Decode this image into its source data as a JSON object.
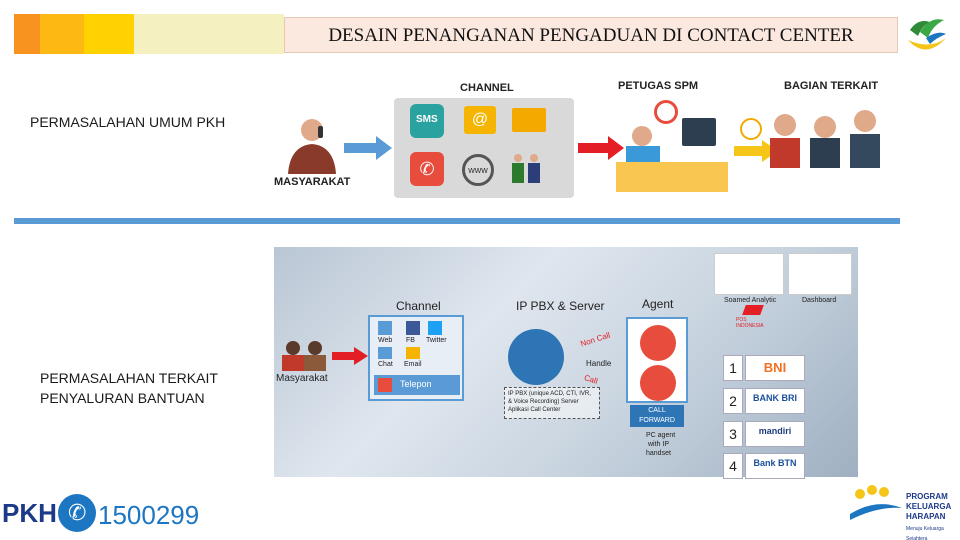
{
  "header": {
    "title": "DESAIN PENANGANAN PENGADUAN DI CONTACT CENTER",
    "strip_colors": [
      "#f7931e",
      "#fdb813",
      "#ffd200",
      "#f5f0c0",
      "#fbe9e0"
    ]
  },
  "labels": {
    "section1": "PERMASALAHAN UMUM PKH",
    "section2_line1": "PERMASALAHAN TERKAIT",
    "section2_line2": "PENYALURAN BANTUAN"
  },
  "diagram1": {
    "channel": "CHANNEL",
    "petugas": "PETUGAS SPM",
    "bagian": "BAGIAN TERKAIT",
    "masyarakat": "MASYARAKAT",
    "sms": "SMS",
    "www": "www"
  },
  "diagram2": {
    "channel": "Channel",
    "ip_pbx": "IP PBX & Server",
    "agent": "Agent",
    "soamed": "Soamed Analytic",
    "dashboard": "Dashboard",
    "masyarakat": "Masyarakat",
    "web": "Web",
    "fb": "FB",
    "twitter": "Twitter",
    "chat": "Chat",
    "email": "Email",
    "telepon": "Telepon",
    "non_call": "Non Call",
    "handle": "Handle",
    "call": "Call",
    "pbx_desc": "IP PBX (unique ACD, CTI, IVR, & Voice Recording) Server Aplikasi Call Center",
    "call_forward_1": "CALL",
    "call_forward_2": "FORWARD",
    "pc_agent_1": "PC agent",
    "pc_agent_2": "with IP",
    "pc_agent_3": "handset",
    "pos": "POS INDONESIA",
    "banks": [
      {
        "num": "1",
        "name": "BNI",
        "color": "#f37021"
      },
      {
        "num": "2",
        "name": "BANK BRI",
        "color": "#1b4f9c"
      },
      {
        "num": "3",
        "name": "mandiri",
        "color": "#1b3a7a"
      },
      {
        "num": "4",
        "name": "Bank BTN",
        "color": "#1b4f9c"
      }
    ]
  },
  "footer": {
    "brand": "PKH",
    "hotline": "1500299",
    "program_1": "PROGRAM",
    "program_2": "KELUARGA",
    "program_3": "HARAPAN",
    "tagline": "Menuju Keluarga Sejahtera"
  },
  "colors": {
    "divider": "#5b9bd5",
    "arrow_blue": "#5b9bd5",
    "arrow_red": "#e31e24",
    "arrow_yellow": "#f5c518",
    "brand_blue": "#1d3a8a"
  }
}
